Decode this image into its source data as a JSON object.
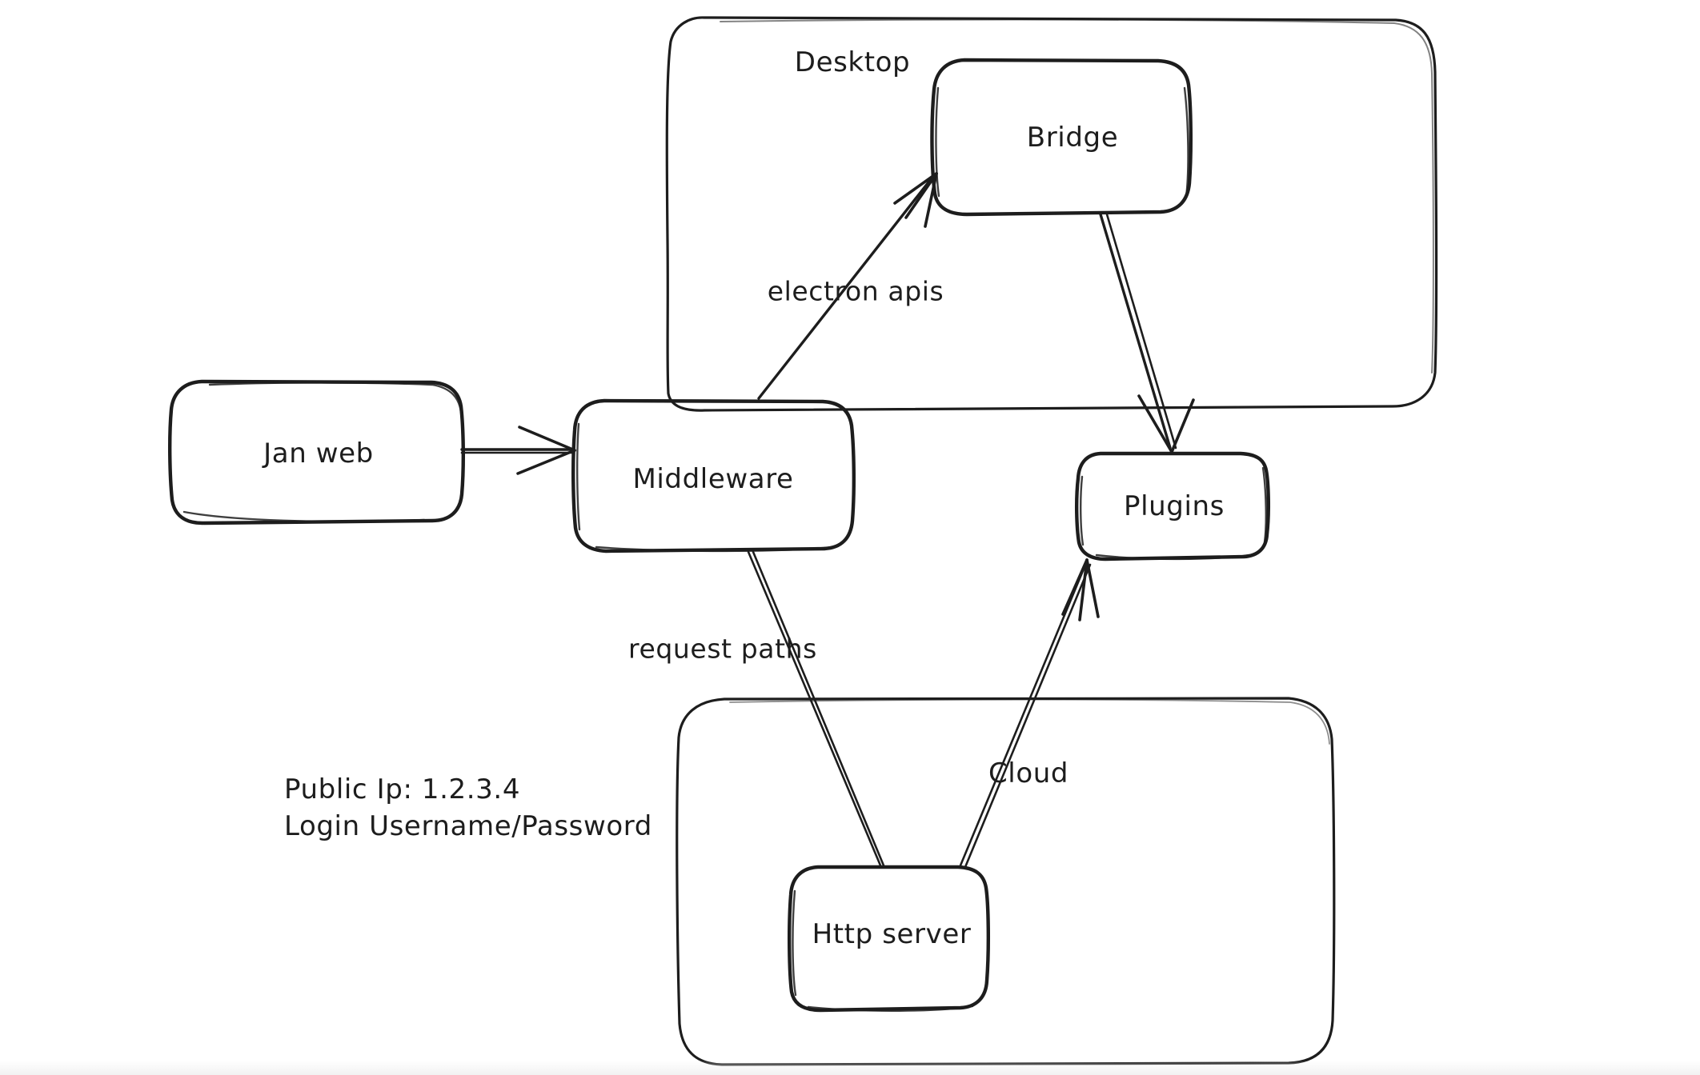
{
  "diagram": {
    "title": "Jan architecture sketch",
    "style": "hand-drawn whiteboard",
    "background_color": "#ffffff",
    "stroke_color": "#1d1d1d",
    "containers": [
      {
        "id": "desktop",
        "label": "Desktop"
      },
      {
        "id": "cloud",
        "label": "Cloud"
      }
    ],
    "nodes": [
      {
        "id": "jan-web",
        "label": "Jan web"
      },
      {
        "id": "middleware",
        "label": "Middleware"
      },
      {
        "id": "bridge",
        "label": "Bridge"
      },
      {
        "id": "plugins",
        "label": "Plugins"
      },
      {
        "id": "http-server",
        "label": "Http server"
      }
    ],
    "edges": [
      {
        "id": "jan-web-to-middleware",
        "from": "Jan web",
        "to": "Middleware",
        "label": ""
      },
      {
        "id": "middleware-to-bridge",
        "from": "Middleware",
        "to": "Bridge",
        "label": "electron apis"
      },
      {
        "id": "bridge-to-plugins",
        "from": "Bridge",
        "to": "Plugins",
        "label": ""
      },
      {
        "id": "middleware-to-http-server",
        "from": "Middleware",
        "to": "Http server",
        "label": "request paths"
      },
      {
        "id": "http-server-to-plugins",
        "from": "Http server",
        "to": "Plugins",
        "label": ""
      }
    ],
    "notes": {
      "id": "cloud-access-note",
      "lines": [
        "Public Ip: 1.2.3.4",
        "Login Username/Password"
      ]
    }
  }
}
